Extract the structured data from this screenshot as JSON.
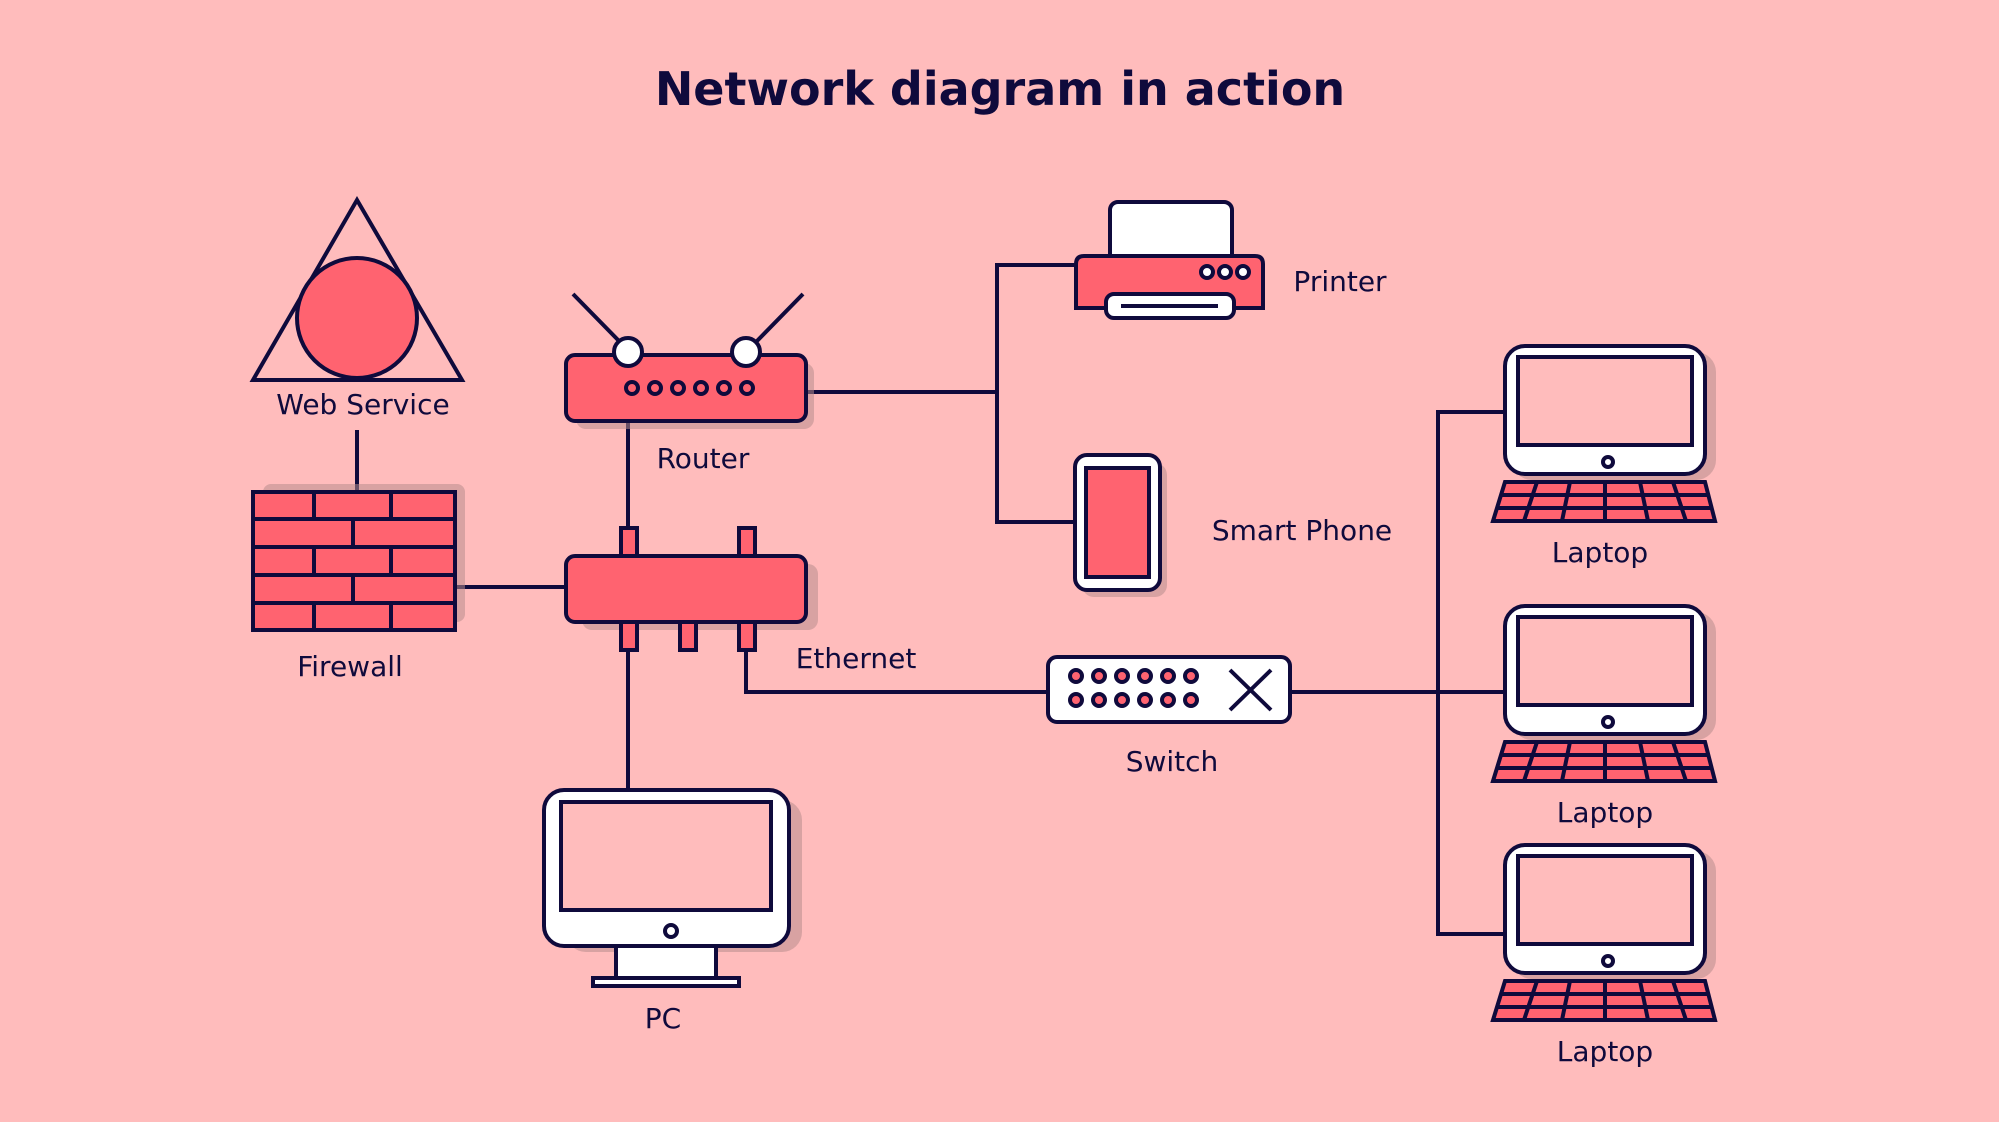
{
  "title": "Network diagram in action",
  "colors": {
    "background": "#ffbcbc",
    "accent": "#ff6370",
    "ink": "#0f0a3c",
    "white": "#ffffff"
  },
  "nodes": {
    "web_service": {
      "label": "Web Service",
      "icon": "web-service-icon"
    },
    "router": {
      "label": "Router",
      "icon": "router-icon"
    },
    "firewall": {
      "label": "Firewall",
      "icon": "firewall-icon"
    },
    "ethernet": {
      "label": "Ethernet",
      "icon": "ethernet-hub-icon"
    },
    "pc": {
      "label": "PC",
      "icon": "desktop-monitor-icon"
    },
    "printer": {
      "label": "Printer",
      "icon": "printer-icon"
    },
    "smart_phone": {
      "label": "Smart Phone",
      "icon": "smartphone-icon"
    },
    "switch": {
      "label": "Switch",
      "icon": "switch-icon"
    },
    "laptops": [
      {
        "label": "Laptop",
        "icon": "laptop-icon"
      },
      {
        "label": "Laptop",
        "icon": "laptop-icon"
      },
      {
        "label": "Laptop",
        "icon": "laptop-icon"
      }
    ]
  },
  "connections": [
    [
      "Web Service",
      "Firewall"
    ],
    [
      "Firewall",
      "Ethernet"
    ],
    [
      "Router",
      "Ethernet"
    ],
    [
      "Router",
      "Printer"
    ],
    [
      "Router",
      "Smart Phone"
    ],
    [
      "Ethernet",
      "PC"
    ],
    [
      "Ethernet",
      "Switch"
    ],
    [
      "Switch",
      "Laptop 1"
    ],
    [
      "Switch",
      "Laptop 2"
    ],
    [
      "Switch",
      "Laptop 3"
    ]
  ]
}
